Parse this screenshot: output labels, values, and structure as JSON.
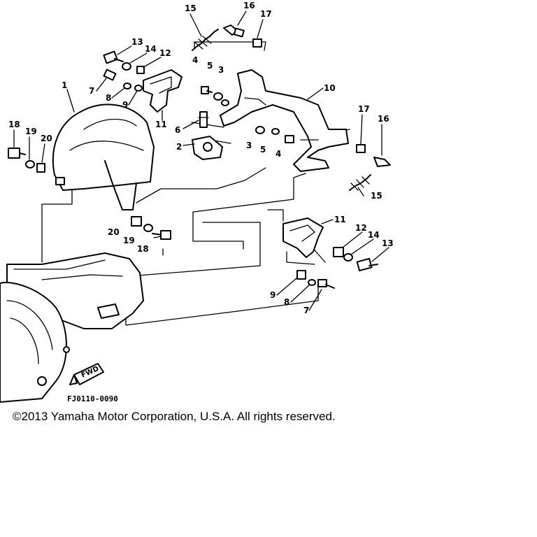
{
  "callouts": [
    {
      "id": "c15a",
      "label": "15"
    },
    {
      "id": "c16a",
      "label": "16"
    },
    {
      "id": "c17a",
      "label": "17"
    },
    {
      "id": "c13a",
      "label": "13"
    },
    {
      "id": "c14a",
      "label": "14"
    },
    {
      "id": "c12a",
      "label": "12"
    },
    {
      "id": "c7a",
      "label": "7"
    },
    {
      "id": "c8a",
      "label": "8"
    },
    {
      "id": "c9a",
      "label": "9"
    },
    {
      "id": "c4a",
      "label": "4"
    },
    {
      "id": "c5a",
      "label": "5"
    },
    {
      "id": "c3a",
      "label": "3"
    },
    {
      "id": "c10",
      "label": "10"
    },
    {
      "id": "c1",
      "label": "1"
    },
    {
      "id": "c11a",
      "label": "11"
    },
    {
      "id": "c6",
      "label": "6"
    },
    {
      "id": "c2",
      "label": "2"
    },
    {
      "id": "c3b",
      "label": "3"
    },
    {
      "id": "c5b",
      "label": "5"
    },
    {
      "id": "c4b",
      "label": "4"
    },
    {
      "id": "c17b",
      "label": "17"
    },
    {
      "id": "c16b",
      "label": "16"
    },
    {
      "id": "c15b",
      "label": "15"
    },
    {
      "id": "c18a",
      "label": "18"
    },
    {
      "id": "c19a",
      "label": "19"
    },
    {
      "id": "c20a",
      "label": "20"
    },
    {
      "id": "c11b",
      "label": "11"
    },
    {
      "id": "c20b",
      "label": "20"
    },
    {
      "id": "c19b",
      "label": "19"
    },
    {
      "id": "c18b",
      "label": "18"
    },
    {
      "id": "c12b",
      "label": "12"
    },
    {
      "id": "c14b",
      "label": "14"
    },
    {
      "id": "c13b",
      "label": "13"
    },
    {
      "id": "c9b",
      "label": "9"
    },
    {
      "id": "c8b",
      "label": "8"
    },
    {
      "id": "c7b",
      "label": "7"
    }
  ],
  "fwd_label": "FWD",
  "drawing_code": "FJ0110-0090",
  "copyright": "©2013 Yamaha Motor Corporation, U.S.A. All rights reserved."
}
